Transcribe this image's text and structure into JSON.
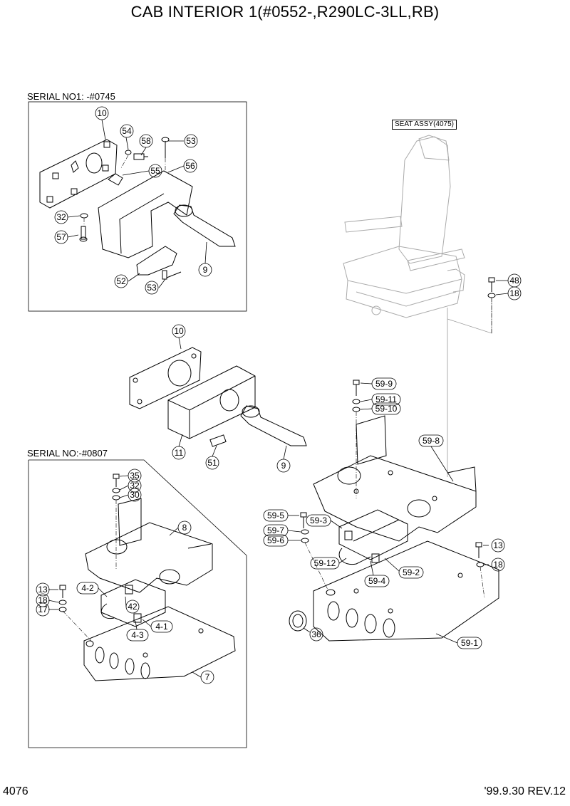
{
  "title": "CAB INTERIOR 1(#0552-,R290LC-3LL,RB)",
  "serial_no1": "SERIAL NO1: -#0745",
  "serial_no2": "SERIAL NO:-#0807",
  "seat_assy": "SEAT ASSY(4075)",
  "page_number": "4076",
  "revision": "'99.9.30 REV.12",
  "callouts": {
    "c10a": "10",
    "c54": "54",
    "c58": "58",
    "c53a": "53",
    "c55": "55",
    "c56": "56",
    "c32a": "32",
    "c57": "57",
    "c52": "52",
    "c53b": "53",
    "c9a": "9",
    "c48": "48",
    "c18a": "18",
    "c10b": "10",
    "c11": "11",
    "c51": "51",
    "c9b": "9",
    "c599": "59-9",
    "c5911": "59-11",
    "c5910": "59-10",
    "c598": "59-8",
    "c595": "59-5",
    "c593": "59-3",
    "c597": "59-7",
    "c596": "59-6",
    "c5912": "59-12",
    "c594": "59-4",
    "c592": "59-2",
    "c13a": "13",
    "c18b": "18",
    "c36": "36",
    "c591": "59-1",
    "c35": "35",
    "c32b": "32",
    "c30": "30",
    "c8": "8",
    "c42": "42",
    "c41": "4-1",
    "c43": "4-3",
    "c42b": "4-2",
    "c13b": "13",
    "c18c": "18",
    "c17": "17",
    "c7": "7"
  }
}
